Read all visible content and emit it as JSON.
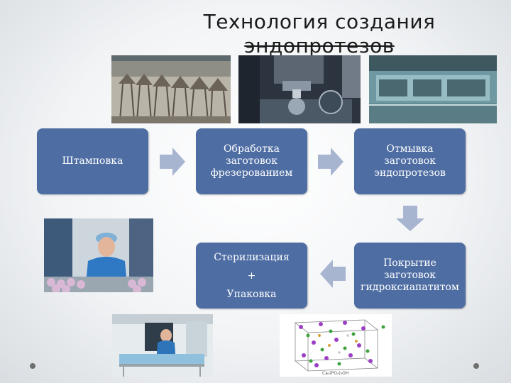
{
  "title": {
    "line1": "Технология создания",
    "line2": "эндопротезов"
  },
  "steps": [
    {
      "id": "stamping",
      "lines": [
        "Штамповка"
      ]
    },
    {
      "id": "milling",
      "lines": [
        "Обработка",
        "заготовок",
        "фрезерованием"
      ]
    },
    {
      "id": "washing",
      "lines": [
        "Отмывка",
        "заготовок",
        "эндопротезов"
      ]
    },
    {
      "id": "coating",
      "lines": [
        "Покрытие",
        "заготовок",
        "гидроксиапатитом"
      ]
    },
    {
      "id": "sterilization",
      "lines": [
        "Стерилизация",
        "+",
        "Упаковка"
      ]
    }
  ],
  "crystal_caption": "Ca₅(PO₄)₃OH",
  "colors": {
    "box": "#4e6da3",
    "arrow": "#a8b5d1",
    "text": "#ffffff"
  }
}
